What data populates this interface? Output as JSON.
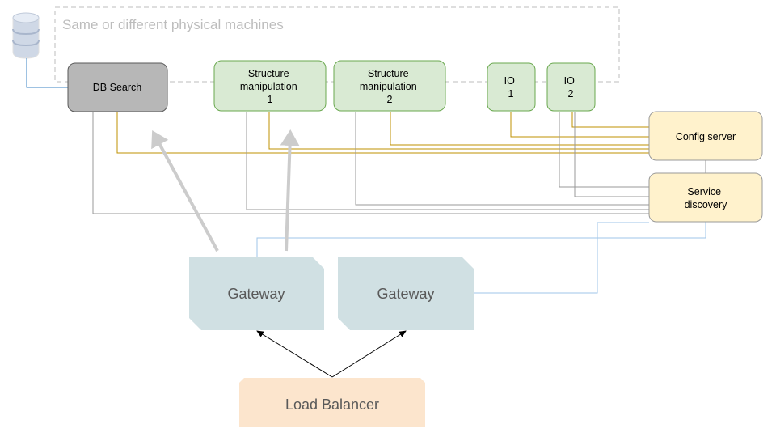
{
  "group": {
    "label": "Same or different physical machines"
  },
  "nodes": {
    "db_search": {
      "label": "DB Search"
    },
    "structure_1": {
      "lines": [
        "Structure",
        "manipulation",
        "1"
      ]
    },
    "structure_2": {
      "lines": [
        "Structure",
        "manipulation",
        "2"
      ]
    },
    "io_1": {
      "lines": [
        "IO",
        "1"
      ]
    },
    "io_2": {
      "lines": [
        "IO",
        "2"
      ]
    },
    "config_server": {
      "label": "Config server"
    },
    "service_discovery": {
      "lines": [
        "Service",
        "discovery"
      ]
    },
    "gateway_1": {
      "label": "Gateway"
    },
    "gateway_2": {
      "label": "Gateway"
    },
    "load_balancer": {
      "label": "Load Balancer"
    }
  },
  "colors": {
    "db_fill": "#b7b7b7",
    "service_fill": "#d9ead3",
    "infra_fill": "#fff2cc",
    "gateway_fill": "#d0e0e3",
    "lb_fill": "#fce5cd",
    "config_line": "#bf9000",
    "discovery_line": "#999999",
    "gateway_line": "#9fc5e8",
    "database_line": "#3d85c6",
    "arrow_gray": "#cccccc"
  },
  "icons": {
    "database": "database-icon"
  }
}
